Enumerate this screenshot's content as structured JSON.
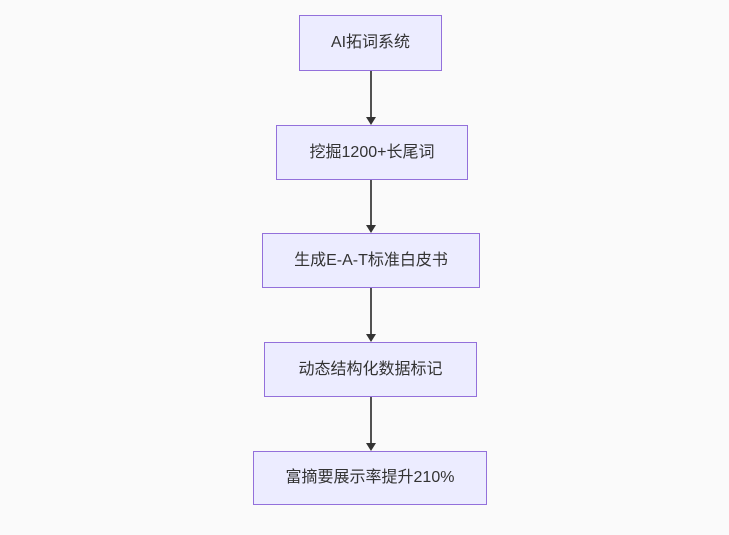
{
  "diagram": {
    "type": "flowchart",
    "direction": "top-down",
    "nodes": [
      {
        "id": "n1",
        "label": "AI拓词系统"
      },
      {
        "id": "n2",
        "label": "挖掘1200+长尾词"
      },
      {
        "id": "n3",
        "label": "生成E-A-T标准白皮书"
      },
      {
        "id": "n4",
        "label": "动态结构化数据标记"
      },
      {
        "id": "n5",
        "label": "富摘要展示率提升210%"
      }
    ],
    "edges": [
      {
        "from": "n1",
        "to": "n2"
      },
      {
        "from": "n2",
        "to": "n3"
      },
      {
        "from": "n3",
        "to": "n4"
      },
      {
        "from": "n4",
        "to": "n5"
      }
    ]
  },
  "colors": {
    "background": "#fafafa",
    "node_fill": "#ececff",
    "node_border": "#9370db",
    "edge": "#333333",
    "text": "#333333"
  }
}
